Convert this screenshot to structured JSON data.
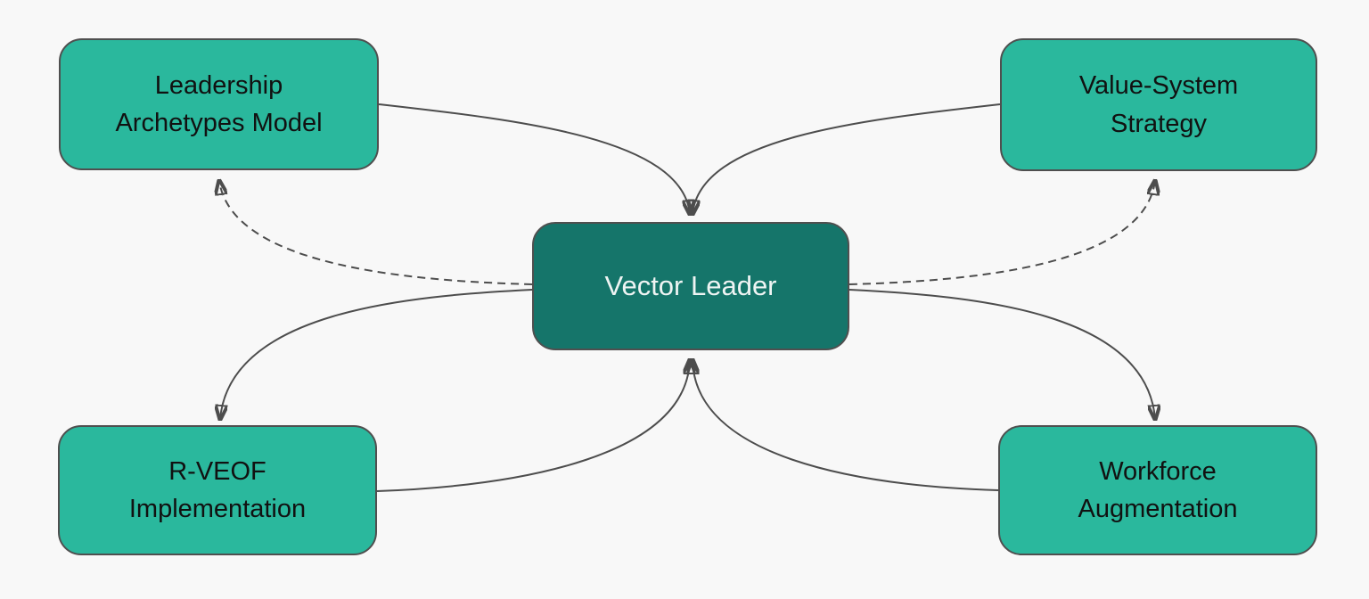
{
  "diagram": {
    "title": "",
    "colors": {
      "background": "#f8f8f8",
      "node_fill": "#2ab89d",
      "center_node_fill": "#15756a",
      "node_border": "#4f4f4f",
      "edge_stroke": "#4d4d4d",
      "node_text": "#111111",
      "center_node_text": "#eef4f3"
    },
    "center_node": {
      "id": "vector-leader",
      "label": "Vector Leader"
    },
    "nodes": [
      {
        "id": "leadership-archetypes-model",
        "position": "top-left",
        "label": "Leadership\nArchetypes Model"
      },
      {
        "id": "value-system-strategy",
        "position": "top-right",
        "label": "Value-System\nStrategy"
      },
      {
        "id": "r-veof-implementation",
        "position": "bottom-left",
        "label": "R-VEOF\nImplementation"
      },
      {
        "id": "workforce-augmentation",
        "position": "bottom-right",
        "label": "Workforce\nAugmentation"
      }
    ],
    "edges": [
      {
        "from": "leadership-archetypes-model",
        "to": "vector-leader",
        "style": "solid"
      },
      {
        "from": "value-system-strategy",
        "to": "vector-leader",
        "style": "solid"
      },
      {
        "from": "vector-leader",
        "to": "r-veof-implementation",
        "style": "solid"
      },
      {
        "from": "vector-leader",
        "to": "workforce-augmentation",
        "style": "solid"
      },
      {
        "from": "r-veof-implementation",
        "to": "vector-leader",
        "style": "solid"
      },
      {
        "from": "workforce-augmentation",
        "to": "vector-leader",
        "style": "solid"
      },
      {
        "from": "vector-leader",
        "to": "leadership-archetypes-model",
        "style": "dashed"
      },
      {
        "from": "vector-leader",
        "to": "value-system-strategy",
        "style": "dashed"
      }
    ],
    "dash_pattern": "9 6"
  }
}
